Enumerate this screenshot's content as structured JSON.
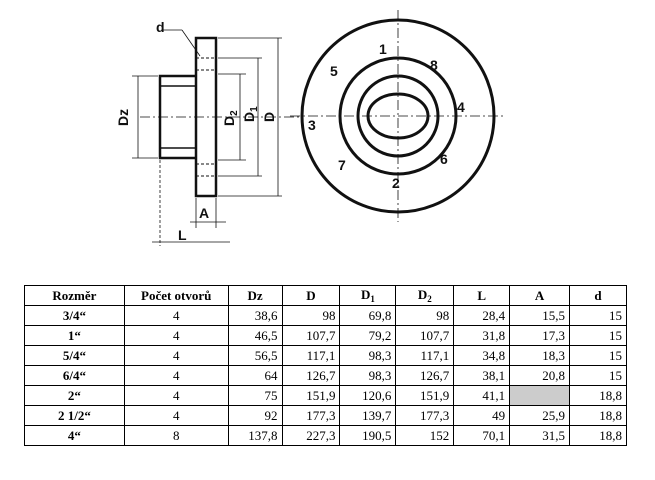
{
  "drawing": {
    "labels": {
      "d": "d",
      "Dz": "Dz",
      "D2": "D",
      "D2_sub": "2",
      "D1": "D",
      "D1_sub": "1",
      "D": "D",
      "A": "A",
      "L": "L"
    },
    "hole_numbers": [
      "1",
      "2",
      "3",
      "4",
      "5",
      "6",
      "7",
      "8"
    ]
  },
  "table": {
    "headers": {
      "rozmer": "Rozměr",
      "pocet": "Počet otvorů",
      "dz": "Dz",
      "d_big": "D",
      "d1": "D",
      "d1_sub": "1",
      "d2": "D",
      "d2_sub": "2",
      "l": "L",
      "a": "A",
      "d_small": "d"
    },
    "rows": [
      {
        "size": "3/4“",
        "holes": "4",
        "dz": "38,6",
        "d": "98",
        "d1": "69,8",
        "d2": "98",
        "l": "28,4",
        "a": "15,5",
        "ds": "15"
      },
      {
        "size": "1“",
        "holes": "4",
        "dz": "46,5",
        "d": "107,7",
        "d1": "79,2",
        "d2": "107,7",
        "l": "31,8",
        "a": "17,3",
        "ds": "15"
      },
      {
        "size": "5/4“",
        "holes": "4",
        "dz": "56,5",
        "d": "117,1",
        "d1": "98,3",
        "d2": "117,1",
        "l": "34,8",
        "a": "18,3",
        "ds": "15"
      },
      {
        "size": "6/4“",
        "holes": "4",
        "dz": "64",
        "d": "126,7",
        "d1": "98,3",
        "d2": "126,7",
        "l": "38,1",
        "a": "20,8",
        "ds": "15"
      },
      {
        "size": "2“",
        "holes": "4",
        "dz": "75",
        "d": "151,9",
        "d1": "120,6",
        "d2": "151,9",
        "l": "41,1",
        "a": "",
        "ds": "18,8"
      },
      {
        "size": "2 1/2“",
        "holes": "4",
        "dz": "92",
        "d": "177,3",
        "d1": "139,7",
        "d2": "177,3",
        "l": "49",
        "a": "25,9",
        "ds": "18,8"
      },
      {
        "size": "4“",
        "holes": "8",
        "dz": "137,8",
        "d": "227,3",
        "d1": "190,5",
        "d2": "152",
        "l": "70,1",
        "a": "31,5",
        "ds": "18,8"
      }
    ]
  }
}
